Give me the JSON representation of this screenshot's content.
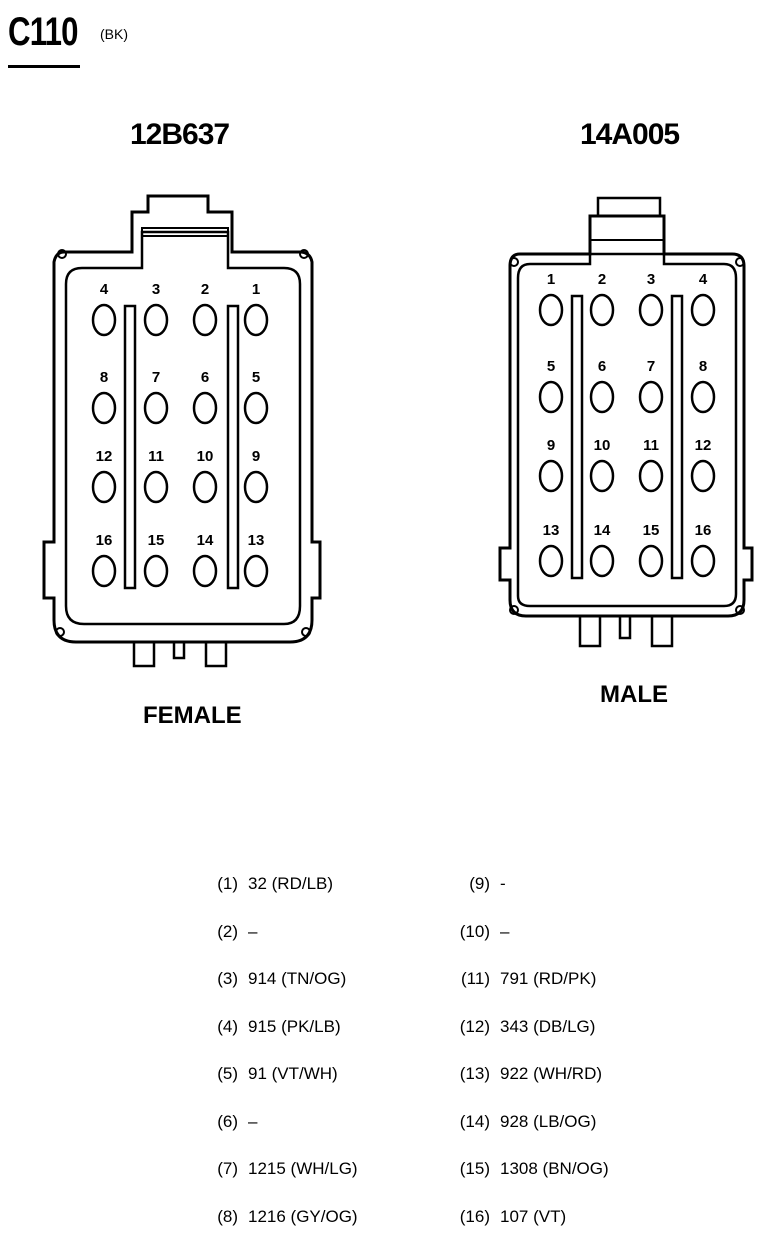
{
  "header": {
    "connector_id": "C110",
    "color_code": "(BK)"
  },
  "connectors": {
    "left": {
      "part_number": "12B637",
      "gender": "FEMALE",
      "pin_rows": [
        [
          "4",
          "3",
          "2",
          "1"
        ],
        [
          "8",
          "7",
          "6",
          "5"
        ],
        [
          "12",
          "11",
          "10",
          "9"
        ],
        [
          "16",
          "15",
          "14",
          "13"
        ]
      ]
    },
    "right": {
      "part_number": "14A005",
      "gender": "MALE",
      "pin_rows": [
        [
          "1",
          "2",
          "3",
          "4"
        ],
        [
          "5",
          "6",
          "7",
          "8"
        ],
        [
          "9",
          "10",
          "11",
          "12"
        ],
        [
          "13",
          "14",
          "15",
          "16"
        ]
      ]
    }
  },
  "pinout": {
    "left_column": [
      {
        "pin": "(1)",
        "circuit": "32 (RD/LB)"
      },
      {
        "pin": "(2)",
        "circuit": "–"
      },
      {
        "pin": "(3)",
        "circuit": "914 (TN/OG)"
      },
      {
        "pin": "(4)",
        "circuit": "915 (PK/LB)"
      },
      {
        "pin": "(5)",
        "circuit": "91 (VT/WH)"
      },
      {
        "pin": "(6)",
        "circuit": "–"
      },
      {
        "pin": "(7)",
        "circuit": "1215 (WH/LG)"
      },
      {
        "pin": "(8)",
        "circuit": "1216 (GY/OG)"
      }
    ],
    "right_column": [
      {
        "pin": "(9)",
        "circuit": "-"
      },
      {
        "pin": "(10)",
        "circuit": "–"
      },
      {
        "pin": "(11)",
        "circuit": "791 (RD/PK)"
      },
      {
        "pin": "(12)",
        "circuit": "343 (DB/LG)"
      },
      {
        "pin": "(13)",
        "circuit": "922 (WH/RD)"
      },
      {
        "pin": "(14)",
        "circuit": "928 (LB/OG)"
      },
      {
        "pin": "(15)",
        "circuit": "1308 (BN/OG)"
      },
      {
        "pin": "(16)",
        "circuit": "107 (VT)"
      }
    ]
  }
}
